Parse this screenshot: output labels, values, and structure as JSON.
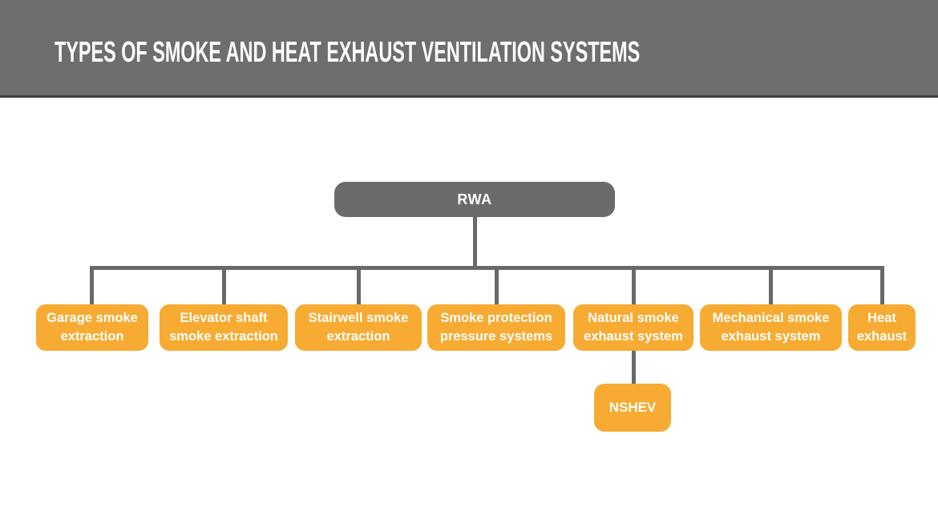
{
  "header": {
    "title": "TYPES OF SMOKE AND HEAT EXHAUST VENTILATION SYSTEMS"
  },
  "tree": {
    "root": {
      "label": "RWA"
    },
    "children": [
      {
        "label": "Garage smoke extraction"
      },
      {
        "label": "Elevator shaft smoke extraction"
      },
      {
        "label": "Stairwell smoke extraction"
      },
      {
        "label": "Smoke protection pressure systems"
      },
      {
        "label": "Natural smoke exhaust system"
      },
      {
        "label": "Mechanical smoke exhaust system"
      },
      {
        "label": "Heat exhaust"
      }
    ],
    "grandchild": {
      "label": "NSHEV",
      "parent": "Natural smoke exhaust system"
    }
  },
  "colors": {
    "header_background": "#6e6e6e",
    "header_border": "#3b3b3b",
    "root_node": "#6b6b6b",
    "child_node": "#f7ab32",
    "connector": "#696969",
    "text": "#ffffff",
    "page_background": "#ffffff"
  }
}
